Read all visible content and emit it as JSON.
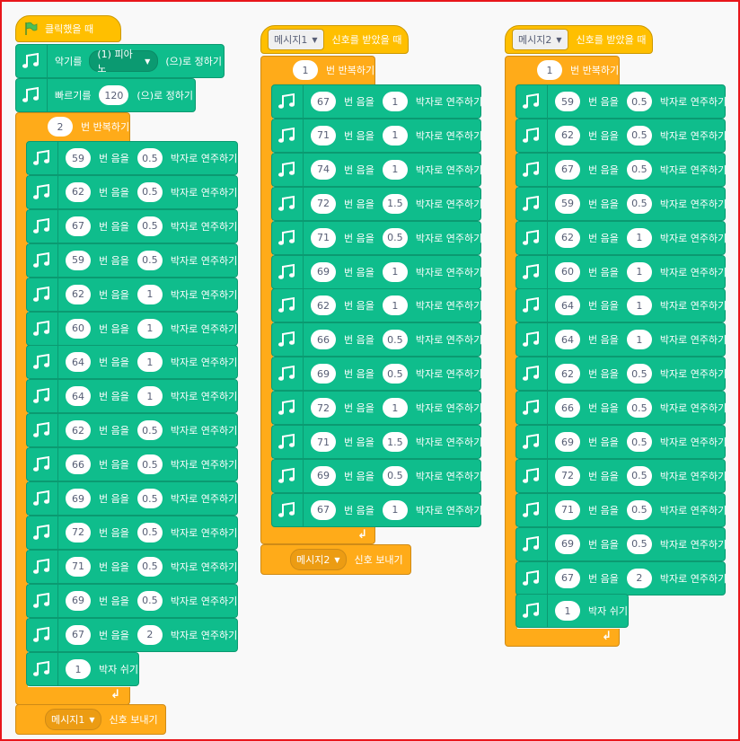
{
  "script1": {
    "hat": "클릭했을 때",
    "instrument": {
      "pre": "악기를",
      "value": "(1) 피아노",
      "post": "(으)로 정하기"
    },
    "tempo": {
      "pre": "빠르기를",
      "value": "120",
      "post": "(으)로 정하기"
    },
    "repeat": {
      "count": "2",
      "label": "번 반복하기"
    },
    "notes": [
      {
        "note": "59",
        "beats": "0.5"
      },
      {
        "note": "62",
        "beats": "0.5"
      },
      {
        "note": "67",
        "beats": "0.5"
      },
      {
        "note": "59",
        "beats": "0.5"
      },
      {
        "note": "62",
        "beats": "1"
      },
      {
        "note": "60",
        "beats": "1"
      },
      {
        "note": "64",
        "beats": "1"
      },
      {
        "note": "64",
        "beats": "1"
      },
      {
        "note": "62",
        "beats": "0.5"
      },
      {
        "note": "66",
        "beats": "0.5"
      },
      {
        "note": "69",
        "beats": "0.5"
      },
      {
        "note": "72",
        "beats": "0.5"
      },
      {
        "note": "71",
        "beats": "0.5"
      },
      {
        "note": "69",
        "beats": "0.5"
      },
      {
        "note": "67",
        "beats": "2"
      }
    ],
    "rest": {
      "beats": "1",
      "label": "박자 쉬기"
    },
    "broadcast": {
      "value": "메시지1",
      "label": "신호 보내기"
    }
  },
  "script2": {
    "hat": {
      "message": "메시지1",
      "label": "신호를 받았을 때"
    },
    "repeat": {
      "count": "1",
      "label": "번 반복하기"
    },
    "notes": [
      {
        "note": "67",
        "beats": "1"
      },
      {
        "note": "71",
        "beats": "1"
      },
      {
        "note": "74",
        "beats": "1"
      },
      {
        "note": "72",
        "beats": "1.5"
      },
      {
        "note": "71",
        "beats": "0.5"
      },
      {
        "note": "69",
        "beats": "1"
      },
      {
        "note": "62",
        "beats": "1"
      },
      {
        "note": "66",
        "beats": "0.5"
      },
      {
        "note": "69",
        "beats": "0.5"
      },
      {
        "note": "72",
        "beats": "1"
      },
      {
        "note": "71",
        "beats": "1.5"
      },
      {
        "note": "69",
        "beats": "0.5"
      },
      {
        "note": "67",
        "beats": "1"
      }
    ],
    "broadcast": {
      "value": "메시지2",
      "label": "신호 보내기"
    }
  },
  "script3": {
    "hat": {
      "message": "메시지2",
      "label": "신호를 받았을 때"
    },
    "repeat": {
      "count": "1",
      "label": "번 반복하기"
    },
    "notes": [
      {
        "note": "59",
        "beats": "0.5"
      },
      {
        "note": "62",
        "beats": "0.5"
      },
      {
        "note": "67",
        "beats": "0.5"
      },
      {
        "note": "59",
        "beats": "0.5"
      },
      {
        "note": "62",
        "beats": "1"
      },
      {
        "note": "60",
        "beats": "1"
      },
      {
        "note": "64",
        "beats": "1"
      },
      {
        "note": "64",
        "beats": "1"
      },
      {
        "note": "62",
        "beats": "0.5"
      },
      {
        "note": "66",
        "beats": "0.5"
      },
      {
        "note": "69",
        "beats": "0.5"
      },
      {
        "note": "72",
        "beats": "0.5"
      },
      {
        "note": "71",
        "beats": "0.5"
      },
      {
        "note": "69",
        "beats": "0.5"
      },
      {
        "note": "67",
        "beats": "2"
      }
    ],
    "rest": {
      "beats": "1",
      "label": "박자 쉬기"
    }
  },
  "labels": {
    "note_mid": "번 음을",
    "note_end": "박자로 연주하기"
  },
  "icons": {
    "flag": "green-flag-icon",
    "music": "music-note-icon",
    "repeat_arrow": "repeat-arrow-icon",
    "dropdown": "dropdown-arrow-icon"
  },
  "colors": {
    "music": "#0fbd8c",
    "control": "#ffab19",
    "events": "#ffbf00",
    "border": "#e8161b"
  }
}
